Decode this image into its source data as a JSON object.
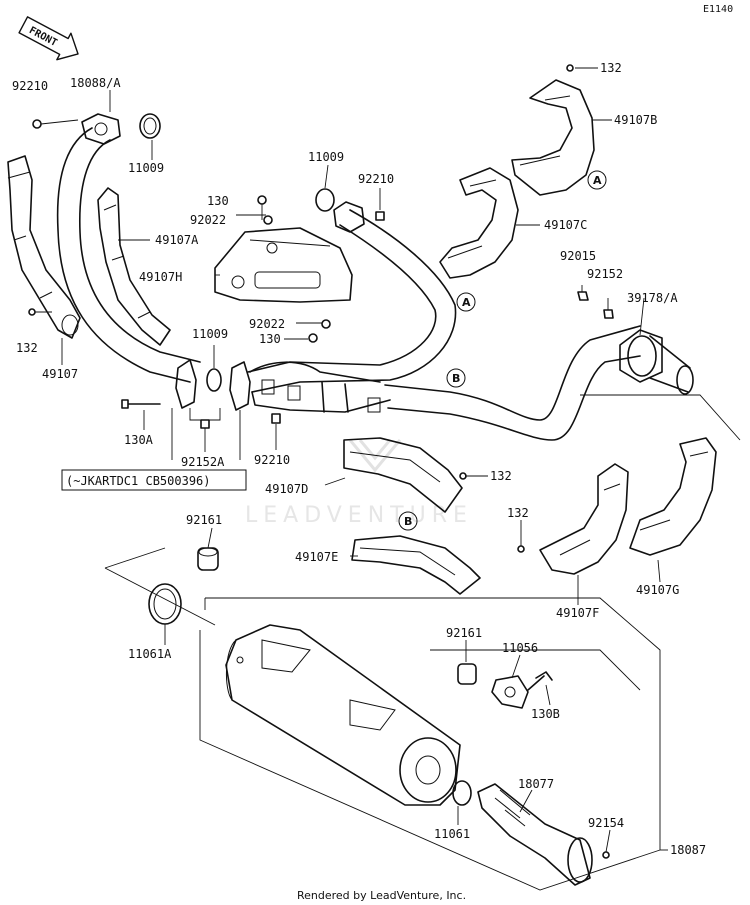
{
  "diagram_code": "E1140",
  "front_label": "FRONT",
  "watermark": "LEADVENTURE",
  "footer": "Rendered by LeadVenture, Inc.",
  "serial_note": "(~JKARTDC1 CB500396)",
  "callouts": {
    "a": "A",
    "b": "B"
  },
  "parts": {
    "p92210_tl": "92210",
    "p18088A": "18088/A",
    "p11009_l": "11009",
    "p49107A": "49107A",
    "p132_l": "132",
    "p49107": "49107",
    "p130_top": "130",
    "p92022_top": "92022",
    "p49107H": "49107H",
    "p92022_mid": "92022",
    "p130_mid": "130",
    "p11009_m": "11009",
    "p11009_top": "11009",
    "p92210_top": "92210",
    "p130A": "130A",
    "p92152A": "92152A",
    "p92210_mid": "92210",
    "p132_top": "132",
    "p49107B": "49107B",
    "p49107C": "49107C",
    "p92015": "92015",
    "p92152": "92152",
    "p39178A": "39178/A",
    "p49107D": "49107D",
    "p132_mid": "132",
    "p132_r": "132",
    "p49107E": "49107E",
    "p49107F": "49107F",
    "p49107G": "49107G",
    "p92161_top": "92161",
    "p11061A": "11061A",
    "p92161_mid": "92161",
    "p11056": "11056",
    "p130B": "130B",
    "p18077": "18077",
    "p92154": "92154",
    "p11061": "11061",
    "p18087": "18087"
  }
}
